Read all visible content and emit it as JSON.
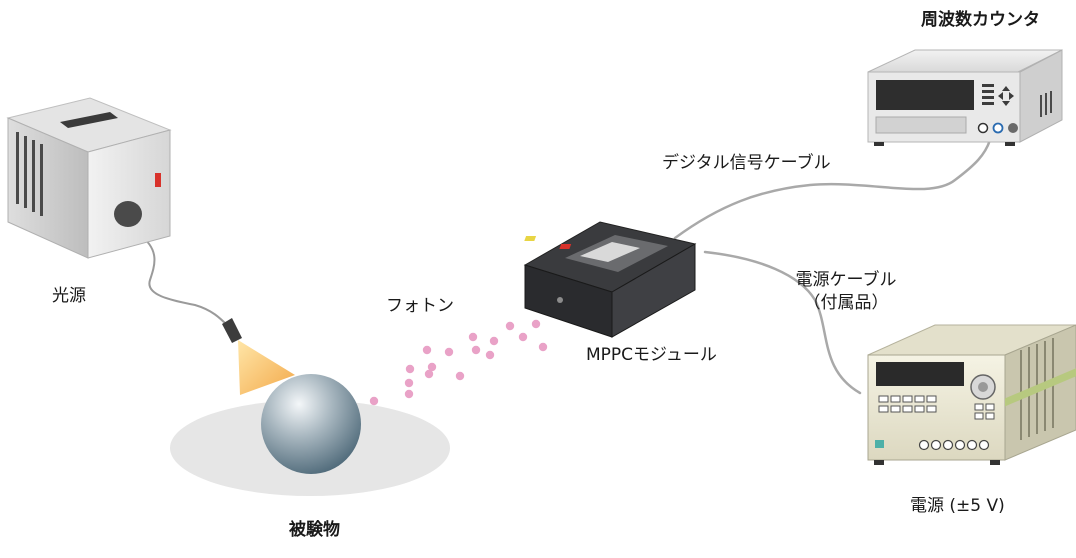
{
  "labels": {
    "light_source": "光源",
    "photons": "フォトン",
    "object": "被験物",
    "mppc_module": "MPPCモジュール",
    "frequency_counter": "周波数カウンタ",
    "digital_cable": "デジタル信号ケーブル",
    "power_cable_line1": "電源ケーブル",
    "power_cable_line2": "（付属品）",
    "power_supply": "電源 (±5 V)"
  },
  "colors": {
    "photon": "#e9a2c7",
    "cable": "#a9a9a9",
    "device_dark": "#2f3033",
    "sphere_dark": "#56707f",
    "disc": "#e6e6e6",
    "beam": "#f5b55a"
  },
  "icons": {
    "light_source": "light-source-box-icon",
    "frequency_counter": "frequency-counter-icon",
    "power_supply": "power-supply-icon",
    "mppc_module": "mppc-module-icon"
  }
}
